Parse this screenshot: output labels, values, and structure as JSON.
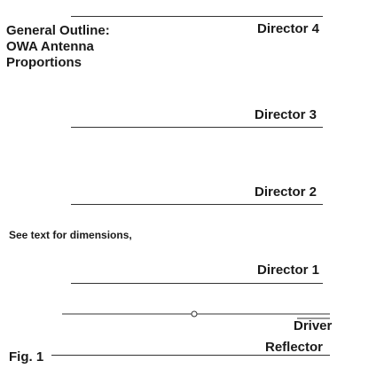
{
  "diagram": {
    "title_lines": [
      "General Outline:",
      "OWA Antenna",
      "Proportions"
    ],
    "note": "See text for dimensions,",
    "figure_label": "Fig. 1",
    "elements": {
      "director4": "Director 4",
      "director3": "Director 3",
      "director2": "Director 2",
      "director1": "Director 1",
      "driver": "Driver",
      "reflector": "Reflector"
    }
  },
  "colors": {
    "line": "#333333",
    "text": "#1a1a1a",
    "background": "#ffffff"
  }
}
